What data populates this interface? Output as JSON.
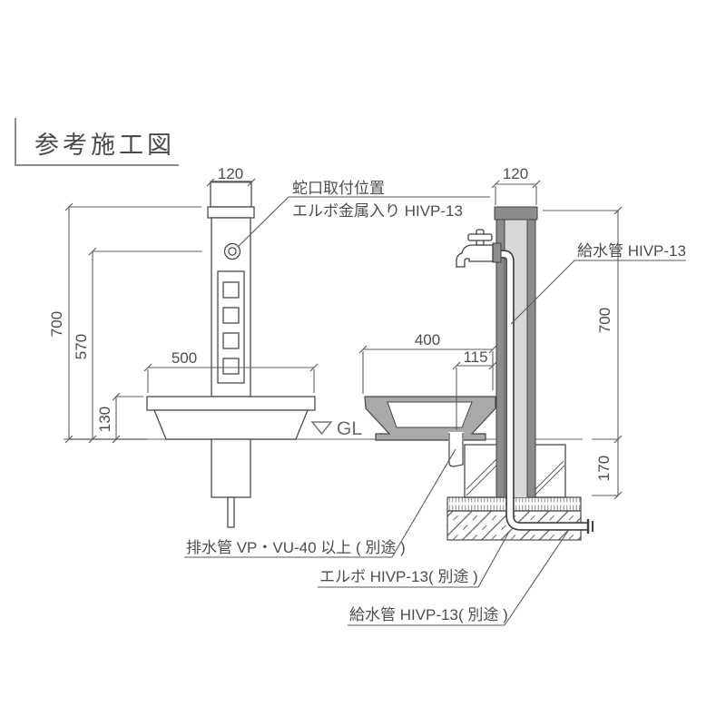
{
  "title": "参考施工図",
  "front_view": {
    "width_top": "120",
    "height_total": "700",
    "faucet_height": "570",
    "basin_height": "130",
    "basin_width": "500",
    "callout_line1": "蛇口取付位置",
    "callout_line2": "エルボ金属入り HIVP-13"
  },
  "side_view": {
    "width_top": "120",
    "basin_width": "400",
    "drain_offset": "115",
    "height_total": "700",
    "foundation_depth": "170",
    "supply_pipe_label": "給水管 HIVP-13"
  },
  "ground": {
    "gl_label": "GL"
  },
  "notes": {
    "drain_pipe": "排水管 VP・VU-40 以上 ( 別途 )",
    "elbow": "エルボ HIVP-13( 別途 )",
    "supply_pipe": "給水管 HIVP-13( 別途 )"
  },
  "colors": {
    "line": "#4a4a4a",
    "dimension": "#5f5f5f",
    "text": "#4d4d4d",
    "gl_line": "#9c9c9c",
    "post_wall": "#8c8c8c",
    "post_inner": "#d8d8d8",
    "basin_section": "#a9a9a9"
  }
}
